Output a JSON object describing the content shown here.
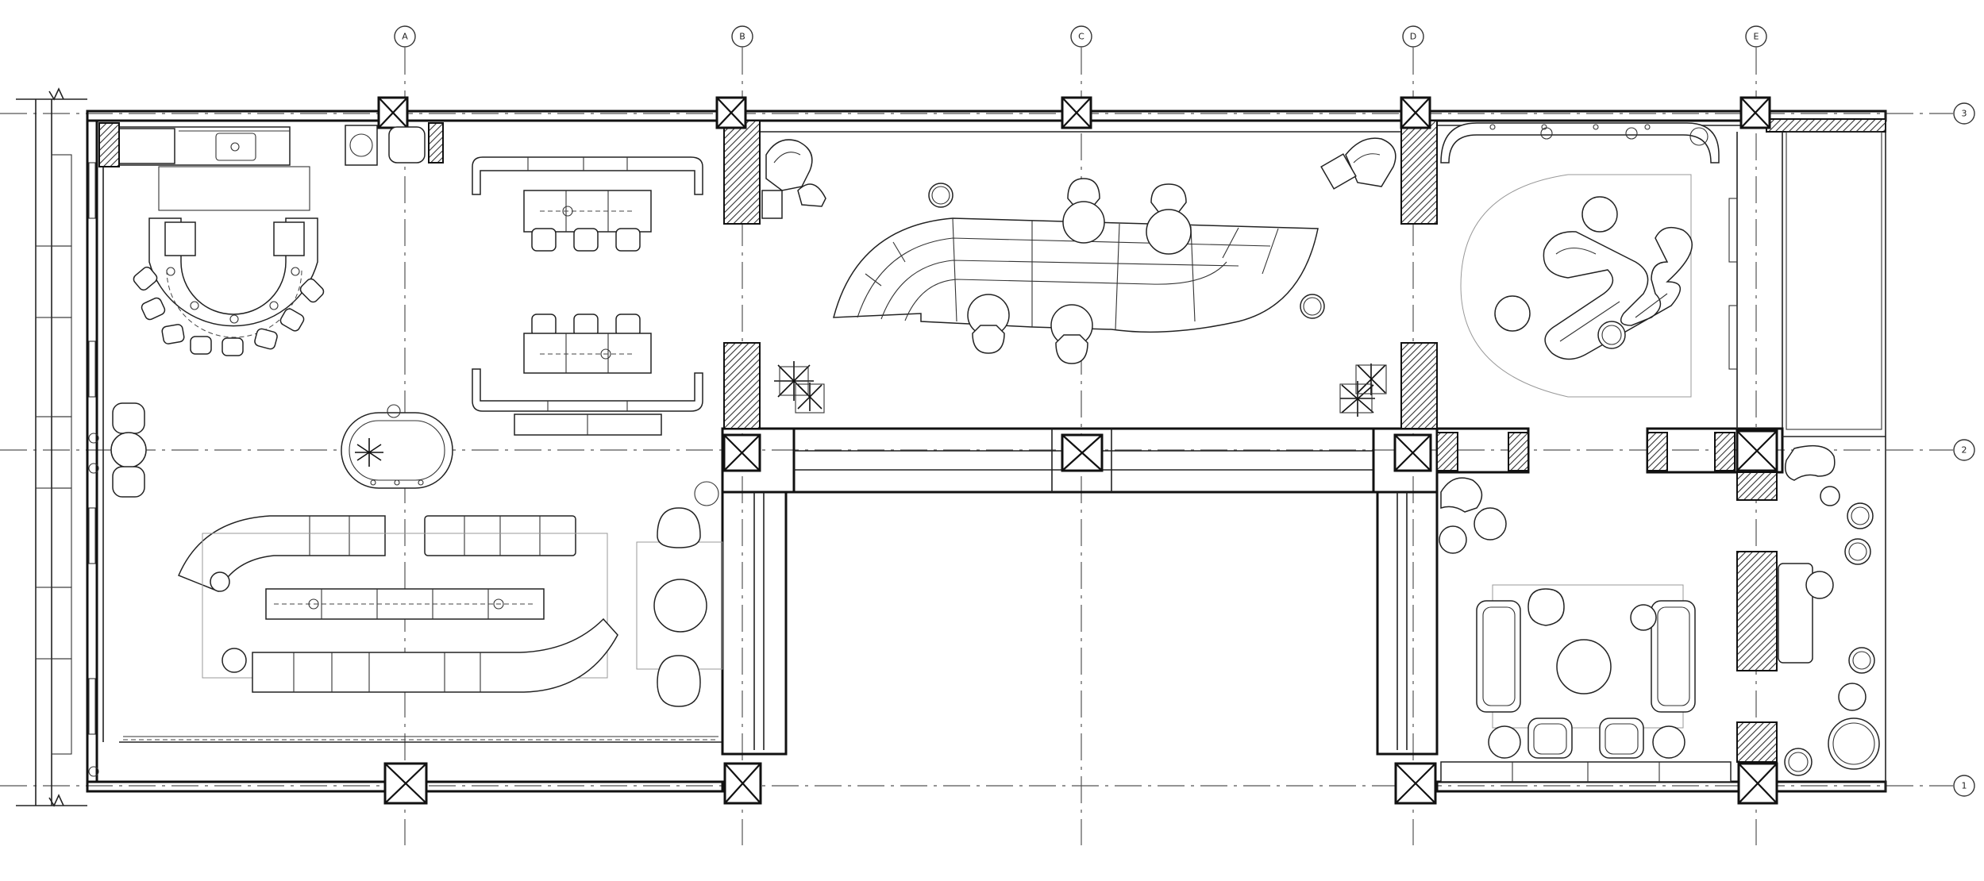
{
  "grid_labels": {
    "columns": [
      "A",
      "B",
      "C",
      "D",
      "E"
    ],
    "rows": [
      "3",
      "2",
      "1"
    ]
  },
  "colors": {
    "line": "#111111",
    "grid": "#555555",
    "hatch": "#333333",
    "background": "#ffffff"
  }
}
